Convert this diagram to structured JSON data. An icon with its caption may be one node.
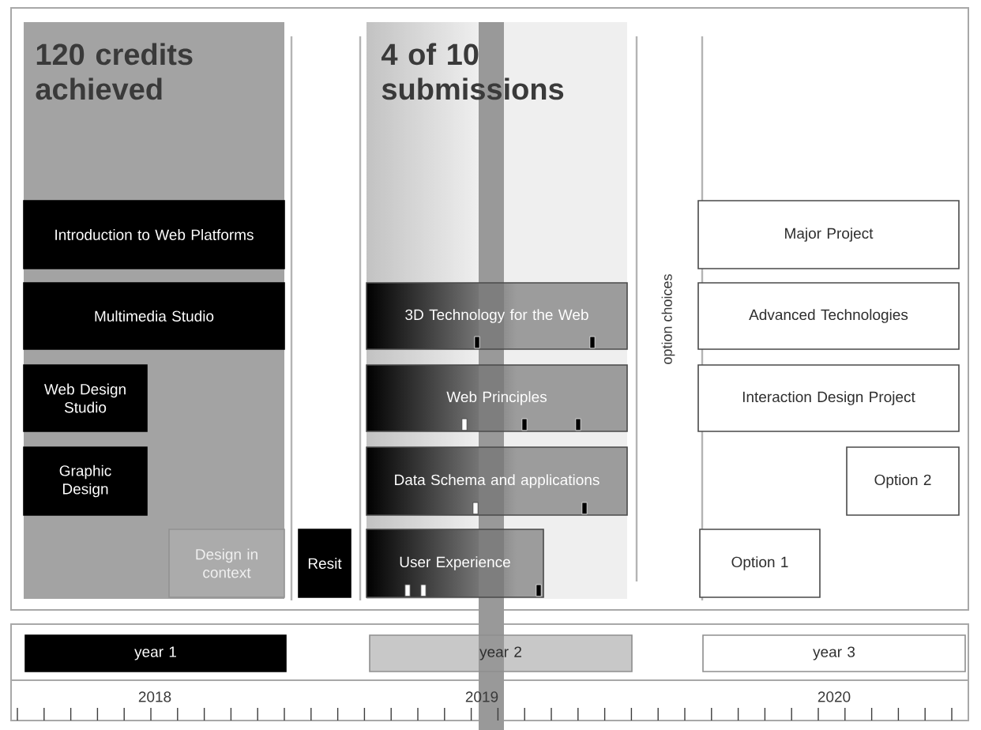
{
  "diagram": {
    "nodes": [
      {
        "text": [
          "120 credits achieved"
        ]
      },
      {
        "text": [
          "Introduction to Web Platforms"
        ],
        "in": 0
      },
      {
        "text": [
          "Multimedia Studio"
        ],
        "in": 0
      },
      {
        "text": [
          "Web Design Studio"
        ],
        "in": 0
      },
      {
        "text": [
          "Graphic Design"
        ],
        "in": 0
      },
      {
        "text": [
          "Design in context"
        ],
        "in": 0
      },
      {
        "text": [
          "Resit"
        ]
      },
      {
        "text": [
          "4 of 10 submissions"
        ]
      },
      {
        "text": [
          "3D Technology for the Web"
        ],
        "in": 7
      },
      {
        "text": [
          "Web Principles"
        ],
        "in": 7
      },
      {
        "text": [
          "Data Schema and applications"
        ],
        "in": 7
      },
      {
        "text": [
          "User Experience"
        ],
        "in": 7
      },
      {
        "text": [
          "Major Project"
        ]
      },
      {
        "text": [
          "Advanced Technologies"
        ]
      },
      {
        "text": [
          "Interaction Design Project"
        ]
      },
      {
        "text": [
          "Option 2"
        ]
      },
      {
        "text": [
          "Option 1"
        ]
      },
      {
        "text": [
          "year 1"
        ]
      },
      {
        "text": [
          "year 2"
        ]
      },
      {
        "text": [
          "year 3"
        ]
      }
    ],
    "labels": [
      "option choices",
      "2018",
      "2019",
      "2020"
    ]
  }
}
